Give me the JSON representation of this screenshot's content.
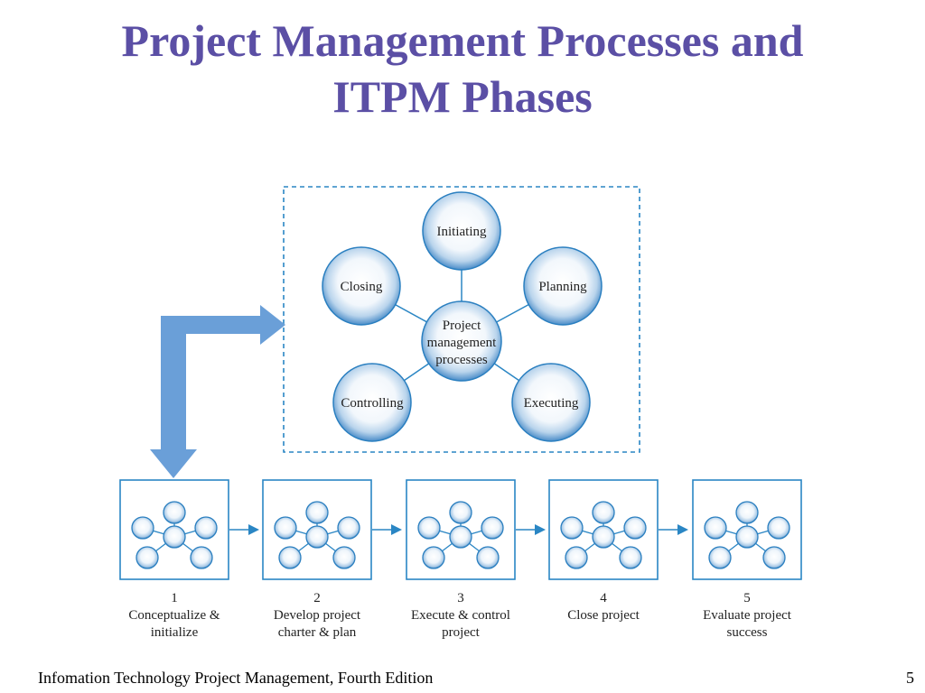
{
  "title": {
    "line1": "Project Management Processes and",
    "line2": "ITPM Phases"
  },
  "processes": {
    "center": [
      "Project",
      "management",
      "processes"
    ],
    "initiating": "Initiating",
    "planning": "Planning",
    "executing": "Executing",
    "controlling": "Controlling",
    "closing": "Closing"
  },
  "phases": [
    {
      "number": "1",
      "line1": "Conceptualize &",
      "line2": "initialize"
    },
    {
      "number": "2",
      "line1": "Develop project",
      "line2": "charter & plan"
    },
    {
      "number": "3",
      "line1": "Execute & control",
      "line2": "project"
    },
    {
      "number": "4",
      "line1": "Close project",
      "line2": ""
    },
    {
      "number": "5",
      "line1": "Evaluate project",
      "line2": "success"
    }
  ],
  "footer": {
    "text": "Infomation Technology Project Management, Fourth Edition",
    "page": "5"
  },
  "colors": {
    "title": "#5b4fa5",
    "accent": "#2a86c4",
    "arrow": "#6a9fd8"
  }
}
